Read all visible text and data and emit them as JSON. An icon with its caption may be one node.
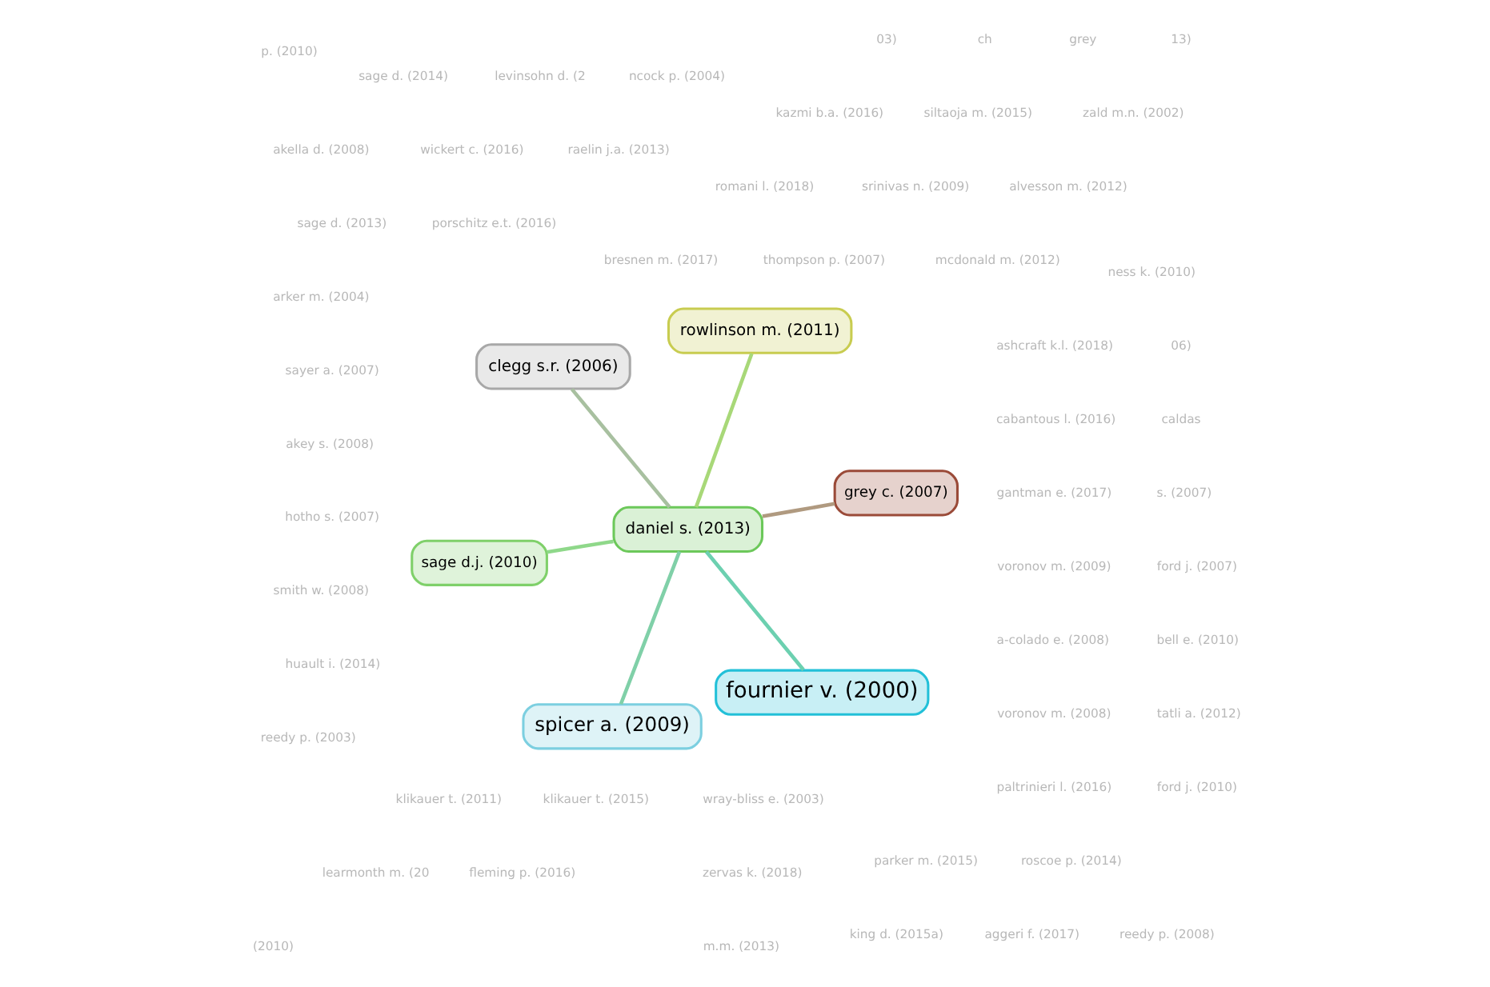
{
  "diagram": {
    "nodes": [
      {
        "text": [
          "ness k. (2010)"
        ]
      },
      {
        "text": [
          "sage d. (2013)"
        ]
      },
      {
        "text": [
          "srinivas n. (2009)"
        ]
      },
      {
        "text": [
          "caldas"
        ]
      },
      {
        "text": [
          "ncock p. (2004)"
        ]
      },
      {
        "text": [
          "06)"
        ]
      },
      {
        "text": [
          "sage d.j. (2010)"
        ]
      },
      {
        "text": [
          "levinsohn d. (2"
        ]
      },
      {
        "text": [
          "mcdonald m. (2012)"
        ]
      },
      {
        "text": [
          "13)"
        ]
      },
      {
        "text": [
          "m.m. (2013)"
        ]
      },
      {
        "text": [
          "grey"
        ]
      },
      {
        "text": [
          "thompson p. (2007)"
        ]
      },
      {
        "text": [
          "bresnen m. (2017)"
        ]
      },
      {
        "text": [
          "romani l. (2018)"
        ]
      },
      {
        "text": [
          "p. (2010)"
        ]
      },
      {
        "text": [
          "daniel s. (2013)"
        ]
      },
      {
        "text": [
          "sage d. (2014)"
        ]
      },
      {
        "text": [
          "ch"
        ]
      },
      {
        "text": [
          "klikauer t. (2011)"
        ]
      },
      {
        "text": [
          "akella d. (2008)"
        ]
      },
      {
        "text": [
          "porschitz e.t. (2016)"
        ]
      },
      {
        "text": [
          "arker m. (2004)"
        ]
      },
      {
        "text": [
          "fournier v. (2000)"
        ]
      },
      {
        "text": [
          "klikauer t. (2015)"
        ]
      },
      {
        "text": [
          "rowlinson m. (2011)"
        ]
      },
      {
        "text": [
          "sayer a. (2007)"
        ]
      },
      {
        "text": [
          "akey s. (2008)"
        ]
      },
      {
        "text": [
          "hotho s. (2007)"
        ]
      },
      {
        "text": [
          "paltrinieri l. (2016)"
        ]
      },
      {
        "text": [
          "smith w. (2008)"
        ]
      },
      {
        "text": [
          "raelin j.a. (2013)"
        ]
      },
      {
        "text": [
          "s. (2007)"
        ]
      },
      {
        "text": [
          "voronov m. (2008)"
        ]
      },
      {
        "text": [
          "grey c. (2007)"
        ]
      },
      {
        "text": [
          "huault i. (2014)"
        ]
      },
      {
        "text": [
          "wickert c. (2016)"
        ]
      },
      {
        "text": [
          "a-colado e. (2008)"
        ]
      },
      {
        "text": [
          "king d. (2015a)"
        ]
      },
      {
        "text": [
          "aggeri f. (2017)"
        ]
      },
      {
        "text": [
          "parker m. (2015)"
        ]
      },
      {
        "text": [
          "ford j. (2010)"
        ]
      },
      {
        "text": [
          "roscoe p. (2014)"
        ]
      },
      {
        "text": [
          "zervas k. (2018)"
        ]
      },
      {
        "text": [
          "03)"
        ]
      },
      {
        "text": [
          "voronov m. (2009)"
        ]
      },
      {
        "text": [
          "gantman e. (2017)"
        ]
      },
      {
        "text": [
          "clegg s.r. (2006)"
        ]
      },
      {
        "text": [
          "zald m.n. (2002)"
        ]
      },
      {
        "text": [
          "cabantous l. (2016)"
        ]
      },
      {
        "text": [
          "ashcraft k.l. (2018)"
        ]
      },
      {
        "text": [
          "tatli a. (2012)"
        ]
      },
      {
        "text": [
          "siltaoja m. (2015)"
        ]
      },
      {
        "text": [
          "spicer a. (2009)"
        ]
      },
      {
        "text": [
          "kazmi b.a. (2016)"
        ]
      },
      {
        "text": [
          "bell e. (2010)"
        ]
      },
      {
        "text": [
          "learmonth m. (20"
        ]
      },
      {
        "text": [
          "fleming p. (2016)"
        ]
      },
      {
        "text": [
          "wray-bliss e. (2003)"
        ]
      },
      {
        "text": [
          "alvesson m. (2012)"
        ]
      },
      {
        "text": [
          "(2010)"
        ]
      },
      {
        "text": [
          "ford j. (2007)"
        ]
      },
      {
        "text": [
          "reedy p. (2008)"
        ]
      },
      {
        "text": [
          "reedy p. (2003)"
        ]
      }
    ],
    "edges": [
      {
        "from": 16,
        "to": 6,
        "arrow": "none",
        "color": "#8fd88a"
      },
      {
        "from": 16,
        "to": 23,
        "arrow": "none",
        "color": "#6cd0b0"
      },
      {
        "from": 16,
        "to": 25,
        "arrow": "none",
        "color": "#a8d878"
      },
      {
        "from": 16,
        "to": 34,
        "arrow": "none",
        "color": "#b09a80"
      },
      {
        "from": 16,
        "to": 47,
        "arrow": "none",
        "color": "#a8c0a0"
      },
      {
        "from": 16,
        "to": 53,
        "arrow": "none",
        "color": "#80d0a8"
      }
    ]
  }
}
